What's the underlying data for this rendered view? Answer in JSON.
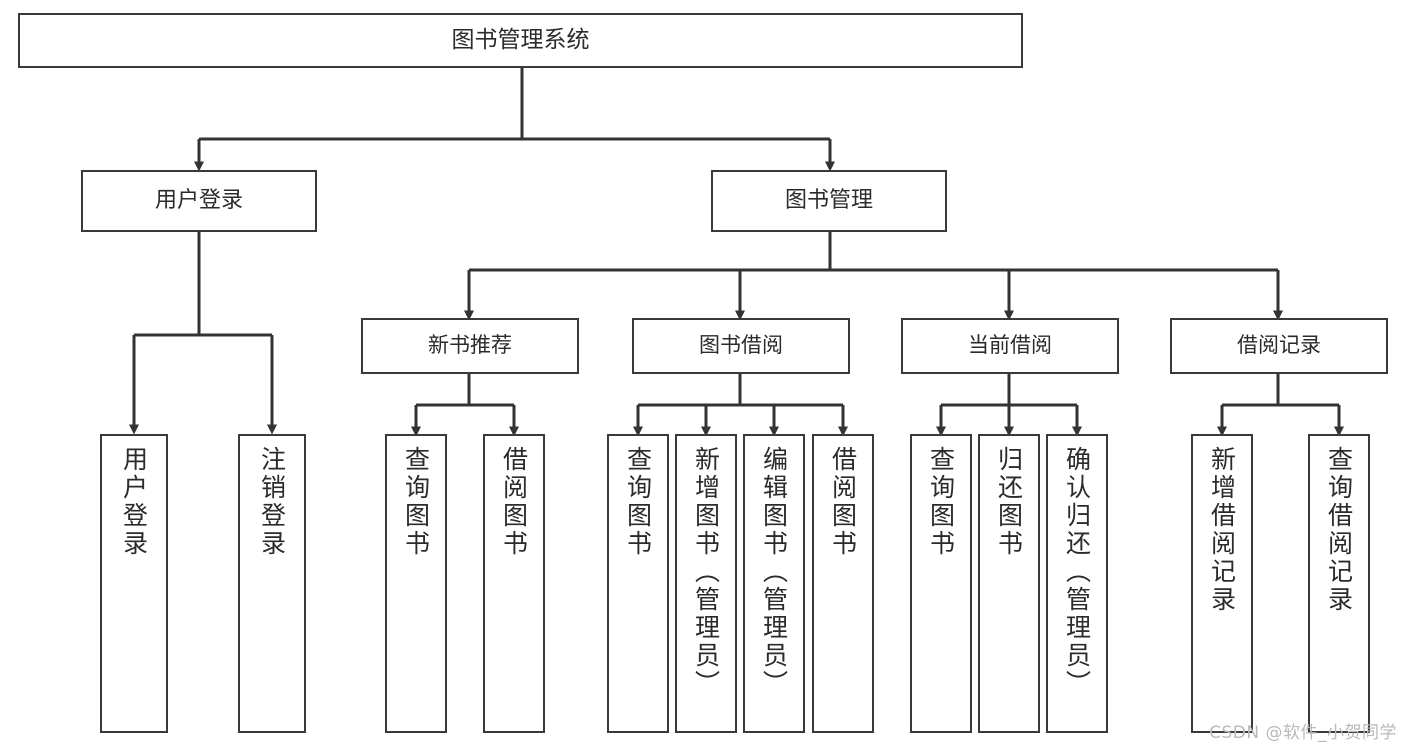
{
  "diagram": {
    "title": "图书管理系统",
    "type": "tree",
    "watermark": "CSDN @软件_小贺同学",
    "colors": {
      "stroke": "#3a3a3a",
      "box_fill": "#ffffff",
      "text": "#2b2b2b",
      "watermark": "#b9b9b9",
      "background": "#ffffff"
    },
    "nodes": {
      "root": {
        "label": "图书管理系统"
      },
      "level1": [
        {
          "label": "用户登录"
        },
        {
          "label": "图书管理"
        }
      ],
      "level2": [
        {
          "label": "新书推荐"
        },
        {
          "label": "图书借阅"
        },
        {
          "label": "当前借阅"
        },
        {
          "label": "借阅记录"
        }
      ],
      "leaves": {
        "user_login": [
          {
            "label": "用户登录"
          },
          {
            "label": "注销登录"
          }
        ],
        "new_book_recommend": [
          {
            "label": "查询图书"
          },
          {
            "label": "借阅图书"
          }
        ],
        "book_borrow": [
          {
            "label": "查询图书"
          },
          {
            "label": "新增图书（管理员）"
          },
          {
            "label": "编辑图书（管理员）"
          },
          {
            "label": "借阅图书"
          }
        ],
        "current_borrow": [
          {
            "label": "查询图书"
          },
          {
            "label": "归还图书"
          },
          {
            "label": "确认归还（管理员）"
          }
        ],
        "borrow_record": [
          {
            "label": "新增借阅记录"
          },
          {
            "label": "查询借阅记录"
          }
        ]
      }
    }
  }
}
